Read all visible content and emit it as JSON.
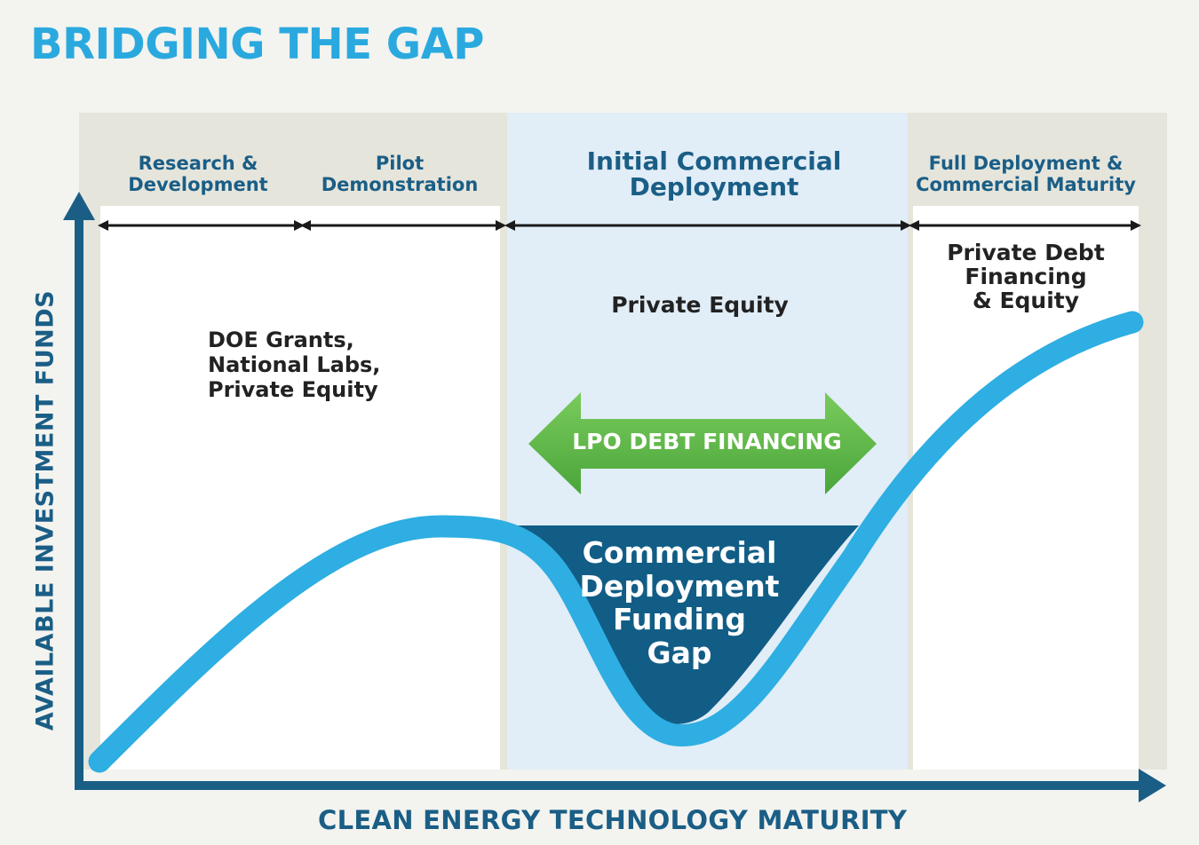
{
  "title": "BRIDGING THE GAP",
  "stages": [
    {
      "lines": [
        "Research &",
        "Development"
      ]
    },
    {
      "lines": [
        "Pilot",
        "Demonstration"
      ]
    },
    {
      "lines": [
        "Initial Commercial",
        "Deployment"
      ]
    },
    {
      "lines": [
        "Full Deployment &",
        "Commercial Maturity"
      ]
    }
  ],
  "funding": {
    "early": [
      "DOE Grants,",
      "National Labs,",
      "Private Equity"
    ],
    "initial": [
      "Private Equity"
    ],
    "mature": [
      "Private Debt",
      "Financing",
      "& Equity"
    ]
  },
  "lpo_label": "LPO DEBT FINANCING",
  "gap_label": [
    "Commercial",
    "Deployment",
    "Funding",
    "Gap"
  ],
  "axes": {
    "y_label": "AVAILABLE INVESTMENT FUNDS",
    "x_label": "CLEAN ENERGY TECHNOLOGY MATURITY"
  },
  "colors": {
    "title": "#2aa9df",
    "curve": "#2eaee2",
    "gap_fill": "#125d86",
    "lpo_arrow": "#5cb646",
    "axis": "#1a5e86",
    "initial_band": "#e1edf7",
    "outer_band": "#e6e5dc"
  }
}
